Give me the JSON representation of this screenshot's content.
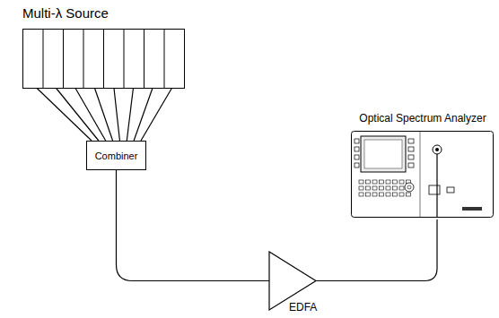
{
  "diagram": {
    "nodes": [
      {
        "text": [
          "Multi-λ Source"
        ]
      },
      {
        "text": [
          "Combiner"
        ]
      },
      {
        "text": [
          "EDFA"
        ]
      },
      {
        "text": [
          "Optical Spectrum Analyzer"
        ]
      }
    ],
    "edges": [
      {
        "from": 0,
        "to": 1,
        "arrow": "none"
      },
      {
        "from": 1,
        "to": 2,
        "arrow": "none"
      },
      {
        "from": 2,
        "to": 3,
        "arrow": "none"
      }
    ]
  }
}
